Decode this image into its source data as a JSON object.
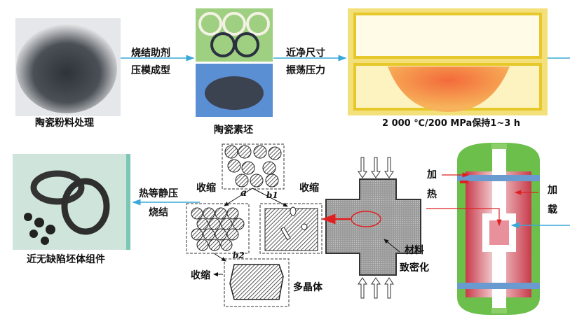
{
  "top_row": {
    "powder_label": "陶瓷粉料处理",
    "step1_line1": "烧结助剂",
    "step1_line2": "压模成型",
    "green_body_label": "陶瓷素坯",
    "step2_line1": "近净尺寸",
    "step2_line2": "振荡压力",
    "hip_condition_label": "2 000 ℃/200 MPa保持1~3 h"
  },
  "bottom_row": {
    "final_label": "近无缺陷坯体组件",
    "step3_line1": "热等静压",
    "step3_line2": "烧结",
    "shrink_label": "收缩",
    "path_a": "a",
    "path_b1": "b1",
    "path_b2": "b2",
    "polycrystal_label": "多晶体",
    "densify_line1": "材料",
    "densify_line2": "致密化",
    "heat_label": "加热",
    "load_label": "加载"
  },
  "colors": {
    "flow_arrow": "#3aa8d8",
    "red_arrow": "#e02020",
    "vessel_green": "#6cbf4a",
    "band_blue": "#6a9bd0"
  }
}
